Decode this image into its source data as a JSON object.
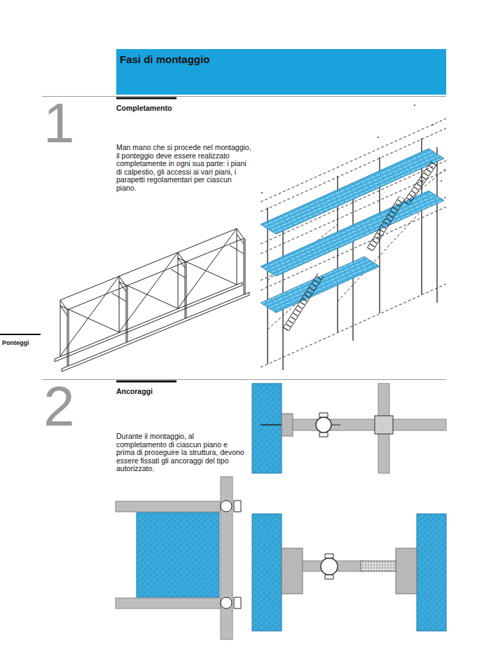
{
  "diagram": {
    "title": "Fasi di montaggio",
    "labels": [
      "1",
      "Completamento",
      "Man mano che si procede nel montaggio, il ponteggio deve essere realizzato completamente in ogni sua parte: i piani di calpestio, gli accessi ai vari piani, i parapetti regolamentari per ciascun piano.",
      "Ponteggi",
      "2",
      "Ancoraggi",
      "Durante il montaggio, al completamento di ciascun piano e prima di proseguire la struttura, devono essere fissati gli ancoraggi del tipo autorizzato."
    ]
  }
}
